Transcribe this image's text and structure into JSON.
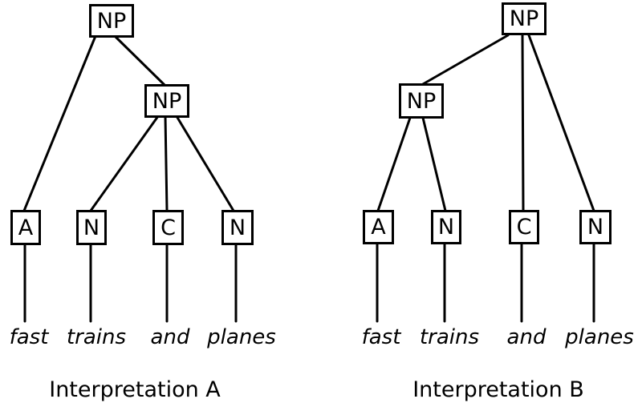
{
  "diagram": {
    "type": "syntax-parse-trees",
    "background": "#ffffff",
    "line_color": "#000000",
    "text_color": "#000000",
    "trees": [
      {
        "caption": "Interpretation A",
        "root_label": "NP",
        "inner_label": "NP",
        "leaves": [
          {
            "tag": "A",
            "word": "fast"
          },
          {
            "tag": "N",
            "word": "trains"
          },
          {
            "tag": "C",
            "word": "and"
          },
          {
            "tag": "N",
            "word": "planes"
          }
        ],
        "edges": [
          "root-NP -> A",
          "root-NP -> inner-NP",
          "inner-NP -> N(trains)",
          "inner-NP -> C(and)",
          "inner-NP -> N(planes)",
          "A -> fast",
          "N -> trains",
          "C -> and",
          "N -> planes"
        ]
      },
      {
        "caption": "Interpretation B",
        "root_label": "NP",
        "inner_label": "NP",
        "leaves": [
          {
            "tag": "A",
            "word": "fast"
          },
          {
            "tag": "N",
            "word": "trains"
          },
          {
            "tag": "C",
            "word": "and"
          },
          {
            "tag": "N",
            "word": "planes"
          }
        ],
        "edges": [
          "root-NP -> inner-NP",
          "root-NP -> C(and)",
          "root-NP -> N(planes)",
          "inner-NP -> A",
          "inner-NP -> N(trains)",
          "A -> fast",
          "N -> trains",
          "C -> and",
          "N -> planes"
        ]
      }
    ]
  }
}
